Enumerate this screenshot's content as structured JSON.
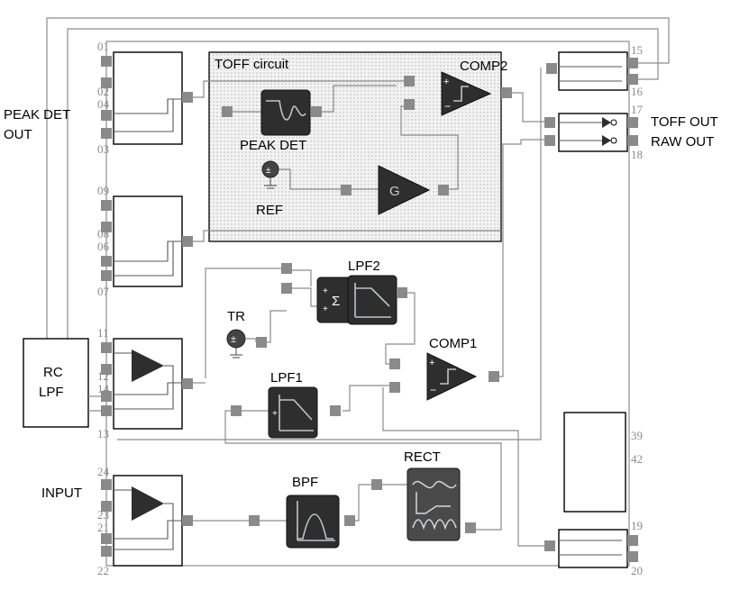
{
  "labels": {
    "peak_det_out": [
      "PEAK DET",
      "OUT"
    ],
    "rc_lpf": [
      "RC",
      "LPF"
    ],
    "input": "INPUT",
    "toff_circuit": "TOFF circuit",
    "comp2": "COMP2",
    "peak_det": "PEAK DET",
    "ref": "REF",
    "lpf2": "LPF2",
    "tr": "TR",
    "comp1": "COMP1",
    "lpf1": "LPF1",
    "bpf": "BPF",
    "rect": "RECT",
    "toff_out": "TOFF OUT",
    "raw_out": "RAW OUT",
    "gain_symbol": "G",
    "sum_symbol": "Σ"
  },
  "pins": {
    "p01": "01",
    "p02": "02",
    "p04": "04",
    "p03": "03",
    "p09": "09",
    "p08": "08",
    "p06": "06",
    "p07": "07",
    "p11": "11",
    "p12": "12",
    "p14": "14",
    "p13": "13",
    "p24": "24",
    "p23": "23",
    "p21": "21",
    "p22": "22",
    "p15": "15",
    "p16": "16",
    "p17": "17",
    "p18": "18",
    "p39": "39",
    "p42": "42",
    "p19": "19",
    "p20": "20"
  },
  "colors": {
    "block_fill": "#2e2e2e",
    "wire": "#8c8c8c",
    "pin_square": "#8a8a8a",
    "toff_region": "#ececec"
  }
}
